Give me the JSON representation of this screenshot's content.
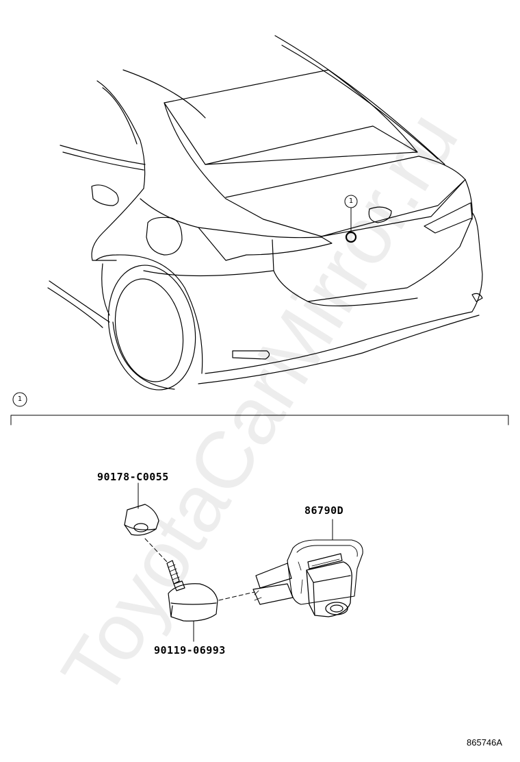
{
  "watermark": "ToyotaCarMirror.ru",
  "callouts": {
    "car_marker": "1",
    "section_marker": "1"
  },
  "parts": {
    "nut": "90178-C0055",
    "camera": "86790D",
    "grommet": "90119-06993"
  },
  "illustration_id": "865746A",
  "colors": {
    "line": "#000000",
    "background": "#ffffff"
  }
}
